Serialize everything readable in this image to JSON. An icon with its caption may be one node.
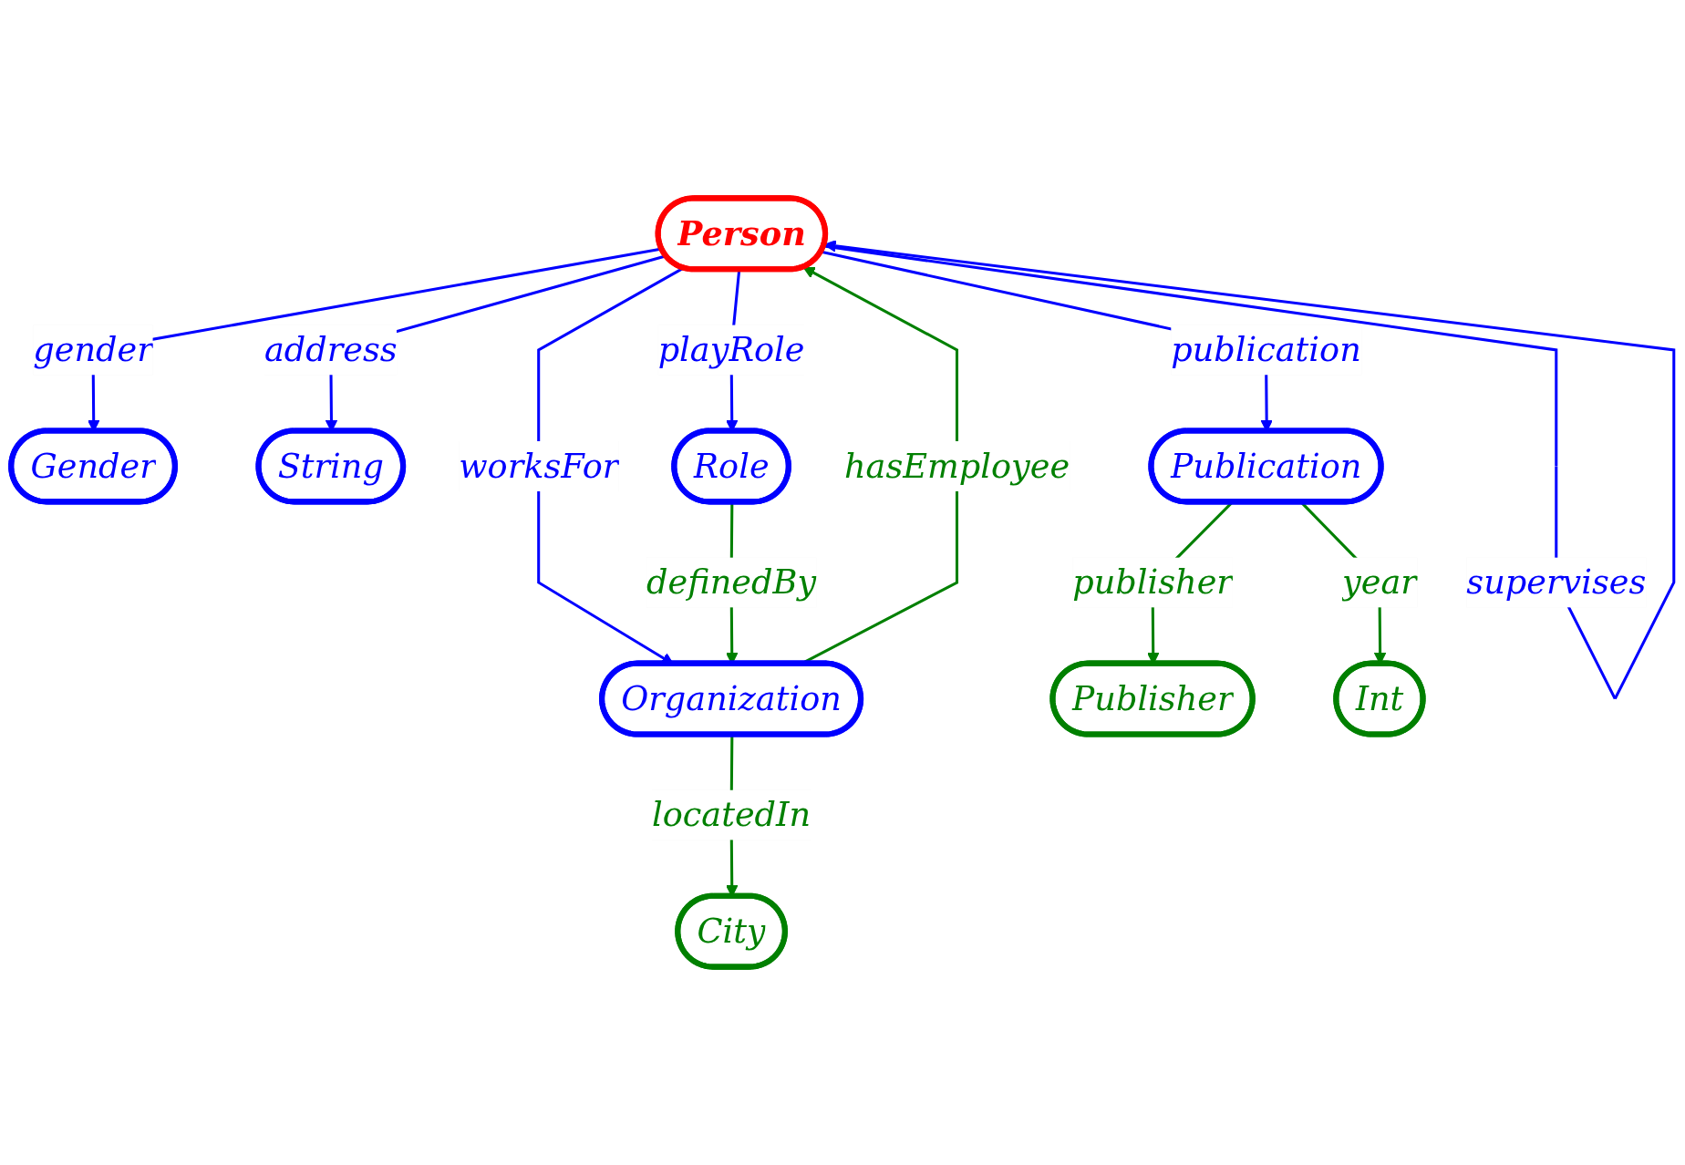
{
  "diagram": {
    "nodes": [
      {
        "text": [
          "Person"
        ]
      },
      {
        "text": [
          "Gender"
        ]
      },
      {
        "text": [
          "String"
        ]
      },
      {
        "text": [
          "Role"
        ]
      },
      {
        "text": [
          "Organization"
        ]
      },
      {
        "text": [
          "Publication"
        ]
      },
      {
        "text": [
          "City"
        ]
      },
      {
        "text": [
          "Publisher"
        ]
      },
      {
        "text": [
          "Int"
        ]
      }
    ],
    "edges": [
      {
        "from": 0,
        "to": 0,
        "arrow": "to",
        "label": "supervises"
      },
      {
        "from": 0,
        "to": 1,
        "arrow": "to",
        "label": "gender"
      },
      {
        "from": 0,
        "to": 2,
        "arrow": "to",
        "label": "address"
      },
      {
        "from": 0,
        "to": 3,
        "arrow": "to",
        "label": "playRole"
      },
      {
        "from": 0,
        "to": 4,
        "arrow": "to",
        "label": "worksFor"
      },
      {
        "from": 0,
        "to": 5,
        "arrow": "to",
        "label": "publication"
      },
      {
        "from": 4,
        "to": 0,
        "arrow": "to",
        "label": "hasEmployee",
        "color": "#008000"
      },
      {
        "from": 3,
        "to": 4,
        "arrow": "to",
        "label": "definedBy",
        "color": "#008000"
      },
      {
        "from": 4,
        "to": 6,
        "arrow": "to",
        "label": "locatedIn",
        "color": "#008000"
      },
      {
        "from": 5,
        "to": 7,
        "arrow": "to",
        "label": "publisher",
        "color": "#008000"
      },
      {
        "from": 5,
        "to": 8,
        "arrow": "to",
        "label": "year",
        "color": "#008000"
      }
    ]
  }
}
